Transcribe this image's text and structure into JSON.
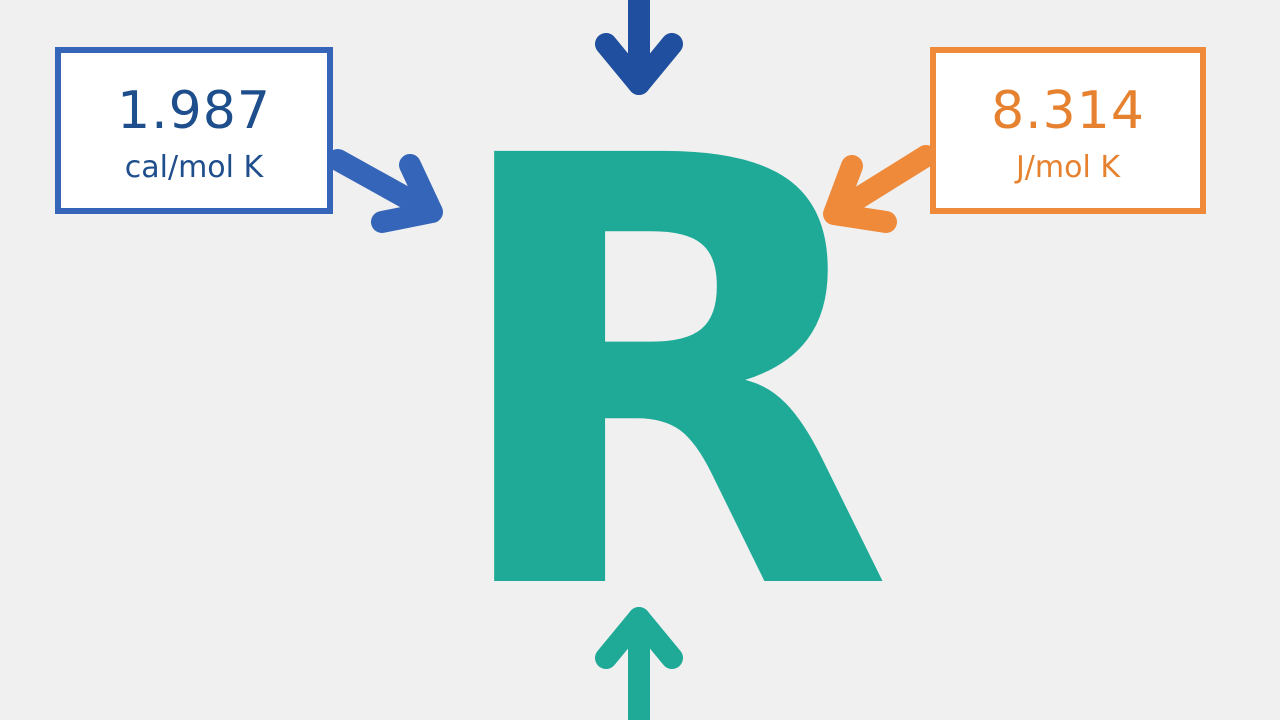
{
  "symbol": "R",
  "left_value": {
    "number": "1.987",
    "unit": "cal/mol K"
  },
  "right_value": {
    "number": "8.314",
    "unit": "J/mol K"
  },
  "colors": {
    "background": "#f0f0f0",
    "left_accent": "#3565b8",
    "right_accent": "#ee8a3a",
    "symbol": "#1faa98",
    "top_arrow": "#1f4f9e",
    "bottom_arrow": "#1faa98"
  }
}
